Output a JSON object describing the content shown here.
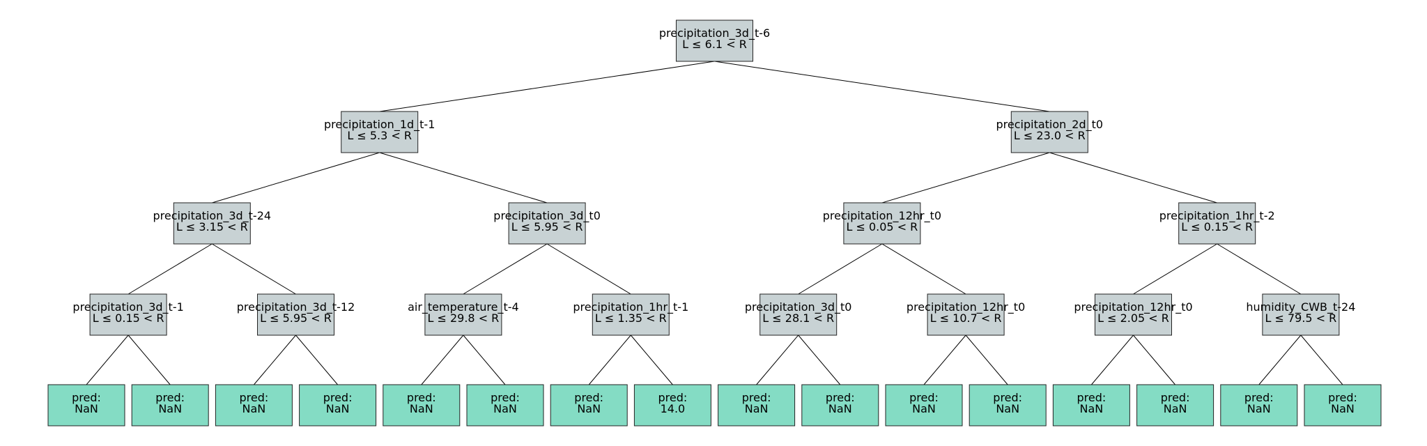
{
  "colors": {
    "split_fill": "#c8d2d4",
    "leaf_fill": "#84dcc4",
    "border": "#222222",
    "edge": "#000000",
    "background": "#ffffff"
  },
  "tree": {
    "label": "precipitation_3d_t-6",
    "rule": "L ≤ 6.1 < R",
    "children": [
      {
        "label": "precipitation_1d_t-1",
        "rule": "L ≤ 5.3 < R",
        "children": [
          {
            "label": "precipitation_3d_t-24",
            "rule": "L ≤ 3.15 < R",
            "children": [
              {
                "label": "precipitation_3d_t-1",
                "rule": "L ≤ 0.15 < R",
                "children": [
                  {
                    "leaf": true,
                    "pred_label": "pred:",
                    "value": "NaN"
                  },
                  {
                    "leaf": true,
                    "pred_label": "pred:",
                    "value": "NaN"
                  }
                ]
              },
              {
                "label": "precipitation_3d_t-12",
                "rule": "L ≤ 5.95 < R",
                "children": [
                  {
                    "leaf": true,
                    "pred_label": "pred:",
                    "value": "NaN"
                  },
                  {
                    "leaf": true,
                    "pred_label": "pred:",
                    "value": "NaN"
                  }
                ]
              }
            ]
          },
          {
            "label": "precipitation_3d_t0",
            "rule": "L ≤ 5.95 < R",
            "children": [
              {
                "label": "air_temperature_t-4",
                "rule": "L ≤ 29.8 < R",
                "children": [
                  {
                    "leaf": true,
                    "pred_label": "pred:",
                    "value": "NaN"
                  },
                  {
                    "leaf": true,
                    "pred_label": "pred:",
                    "value": "NaN"
                  }
                ]
              },
              {
                "label": "precipitation_1hr_t-1",
                "rule": "L ≤ 1.35 < R",
                "children": [
                  {
                    "leaf": true,
                    "pred_label": "pred:",
                    "value": "NaN"
                  },
                  {
                    "leaf": true,
                    "pred_label": "pred:",
                    "value": "14.0"
                  }
                ]
              }
            ]
          }
        ]
      },
      {
        "label": "precipitation_2d_t0",
        "rule": "L ≤ 23.0 < R",
        "children": [
          {
            "label": "precipitation_12hr_t0",
            "rule": "L ≤ 0.05 < R",
            "children": [
              {
                "label": "precipitation_3d_t0",
                "rule": "L ≤ 28.1 < R",
                "children": [
                  {
                    "leaf": true,
                    "pred_label": "pred:",
                    "value": "NaN"
                  },
                  {
                    "leaf": true,
                    "pred_label": "pred:",
                    "value": "NaN"
                  }
                ]
              },
              {
                "label": "precipitation_12hr_t0",
                "rule": "L ≤ 10.7 < R",
                "children": [
                  {
                    "leaf": true,
                    "pred_label": "pred:",
                    "value": "NaN"
                  },
                  {
                    "leaf": true,
                    "pred_label": "pred:",
                    "value": "NaN"
                  }
                ]
              }
            ]
          },
          {
            "label": "precipitation_1hr_t-2",
            "rule": "L ≤ 0.15 < R",
            "children": [
              {
                "label": "precipitation_12hr_t0",
                "rule": "L ≤ 2.05 < R",
                "children": [
                  {
                    "leaf": true,
                    "pred_label": "pred:",
                    "value": "NaN"
                  },
                  {
                    "leaf": true,
                    "pred_label": "pred:",
                    "value": "NaN"
                  }
                ]
              },
              {
                "label": "humidity_CWB_t-24",
                "rule": "L ≤ 79.5 < R",
                "children": [
                  {
                    "leaf": true,
                    "pred_label": "pred:",
                    "value": "NaN"
                  },
                  {
                    "leaf": true,
                    "pred_label": "pred:",
                    "value": "NaN"
                  }
                ]
              }
            ]
          }
        ]
      }
    ]
  }
}
